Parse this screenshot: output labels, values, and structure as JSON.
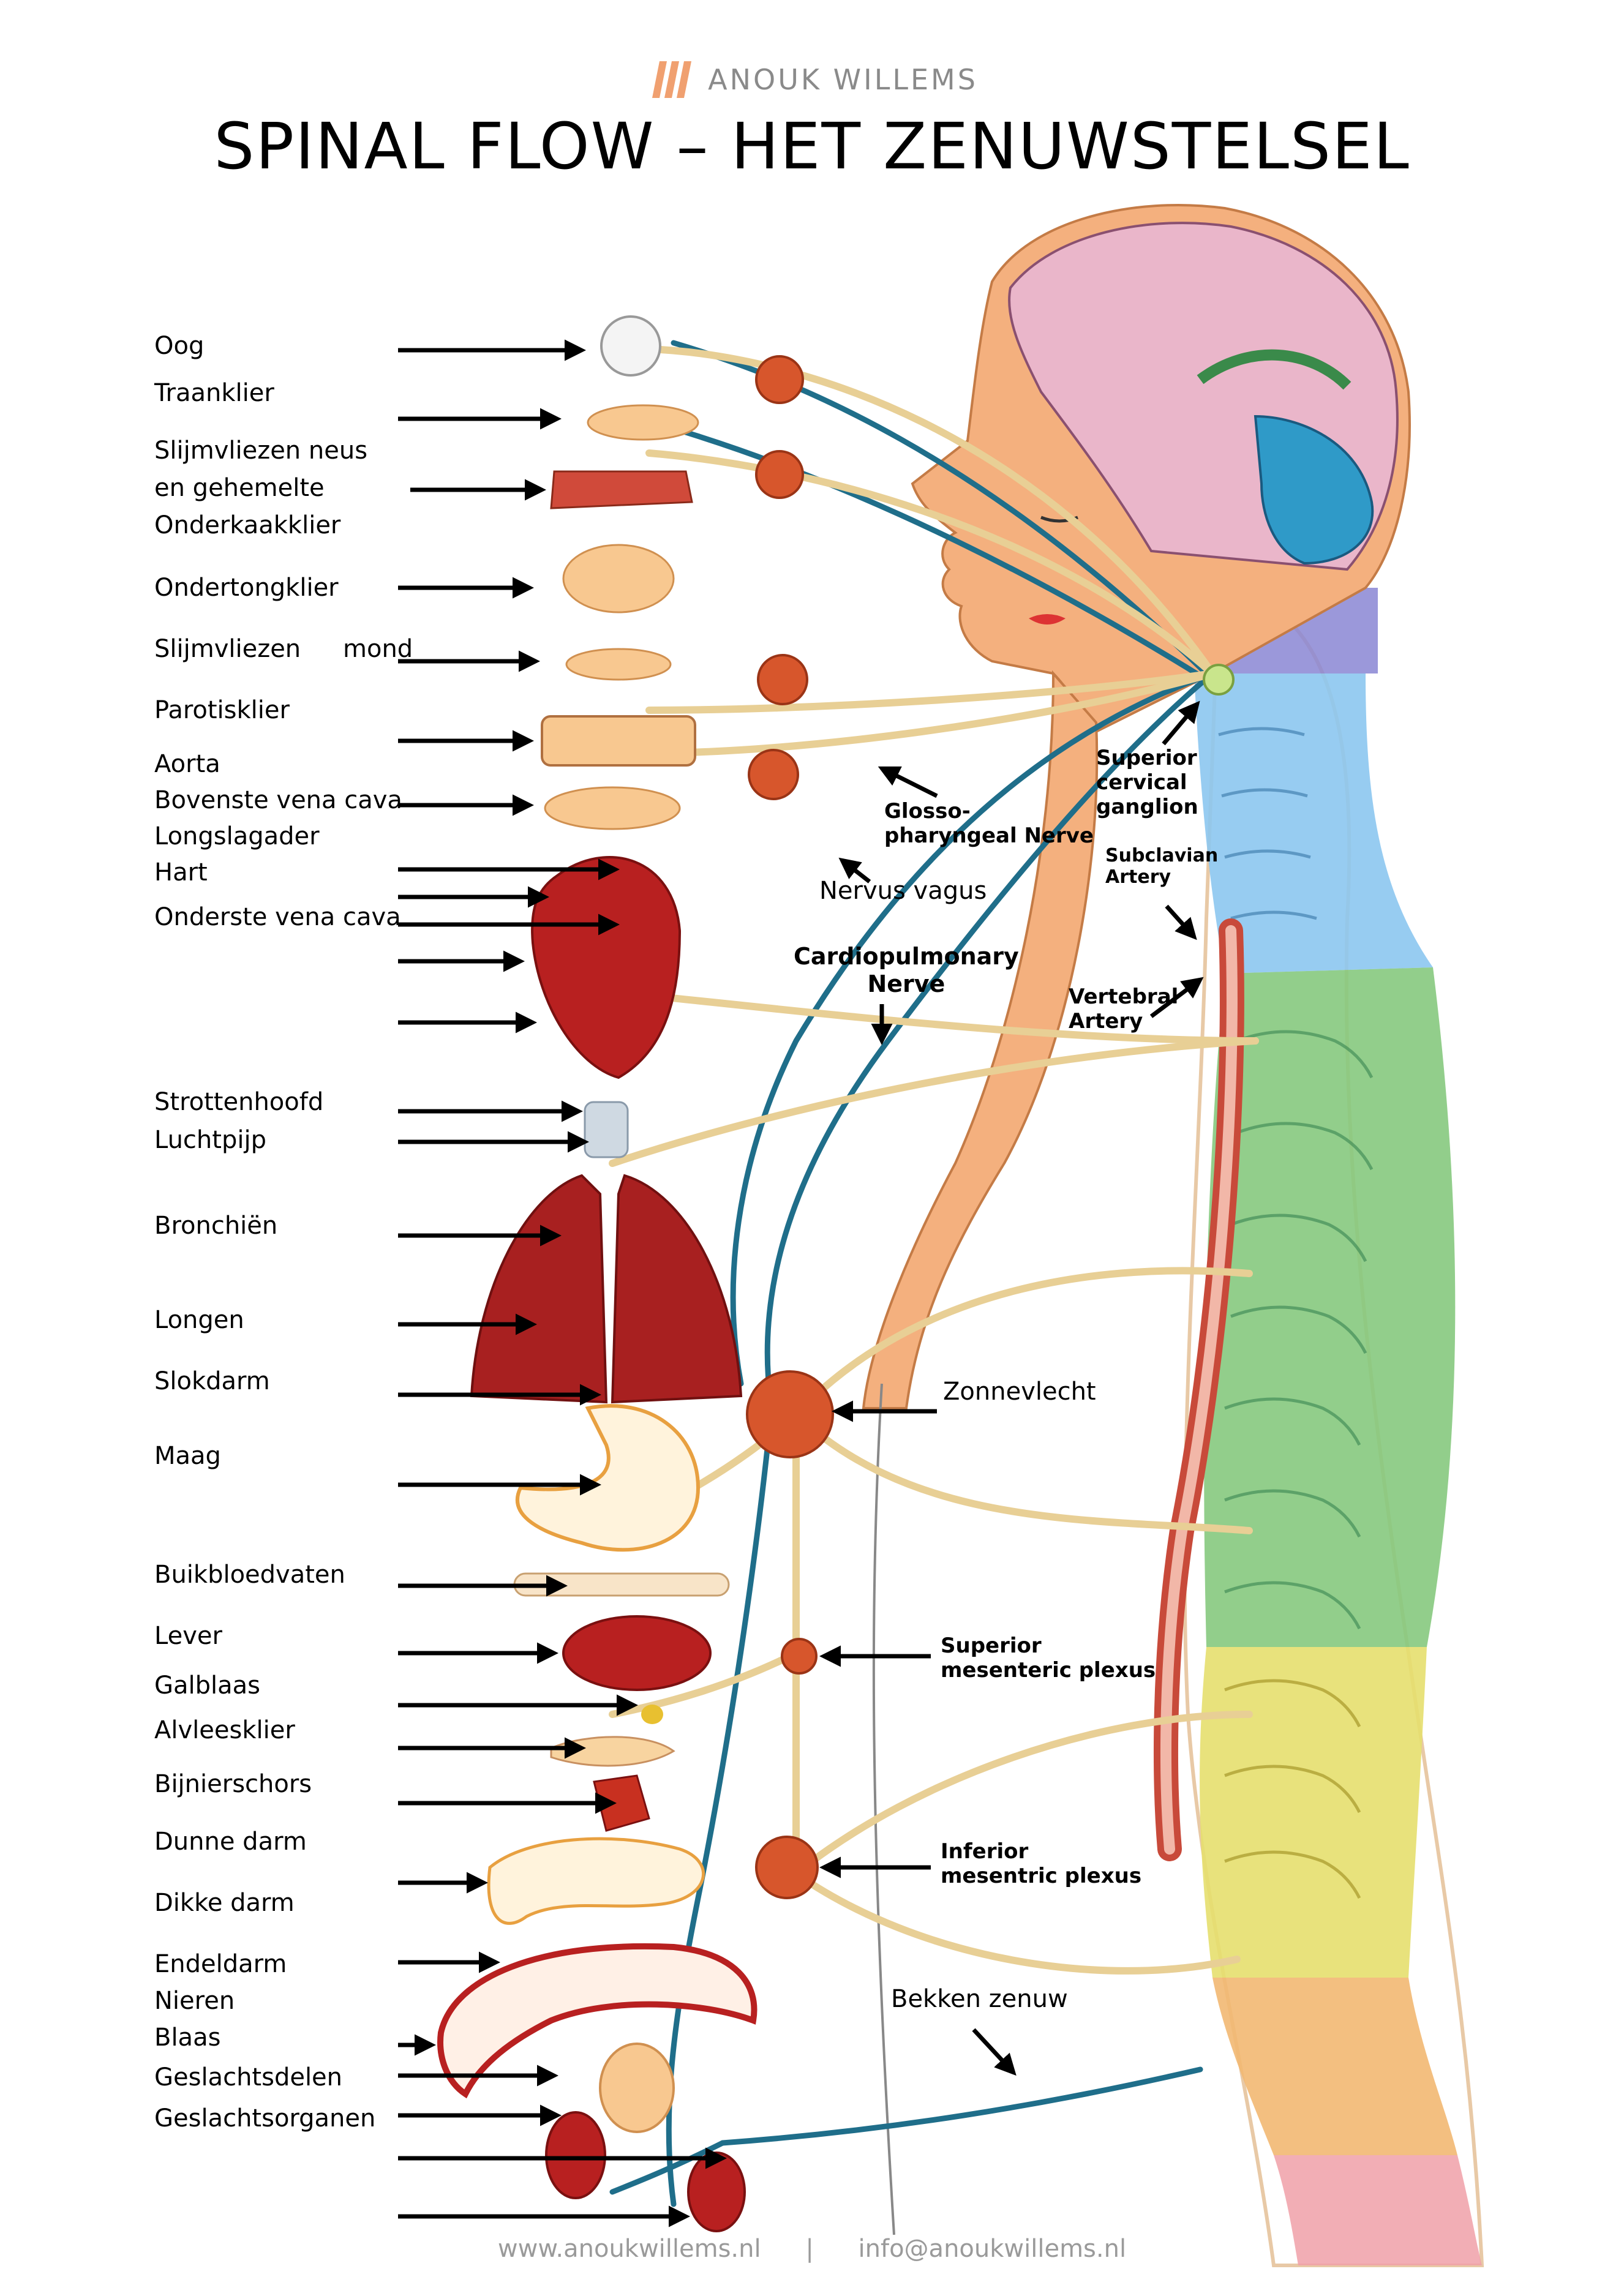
{
  "header": {
    "brand_name": "ANOUK WILLEMS",
    "title": "SPINAL FLOW – HET ZENUWSTELSEL"
  },
  "organ_labels": [
    "Oog",
    "Traanklier",
    "Slijmvliezen neus",
    "en gehemelte",
    "Onderkaakklier",
    "Ondertongklier",
    "Slijmvliezen",
    "mond",
    "Parotisklier",
    "Aorta",
    "Bovenste vena cava",
    "Longslagader",
    "Hart",
    "Onderste vena cava",
    "Strottenhoofd",
    "Luchtpijp",
    "Bronchiën",
    "Longen",
    "Slokdarm",
    "Maag",
    "Buikbloedvaten",
    "Lever",
    "Galblaas",
    "Alvleesklier",
    "Bijnierschors",
    "Dunne darm",
    "Dikke darm",
    "Endeldarm",
    "Nieren",
    "Blaas",
    "Geslachtsdelen",
    "Geslachtsorganen"
  ],
  "annotations": {
    "superior_cervical_ganglion": [
      "Superior",
      "cervical",
      "ganglion"
    ],
    "glossopharyngeal_nerve": [
      "Glosso-",
      "pharyngeal Nerve"
    ],
    "nervus_vagus": "Nervus vagus",
    "subclavian_artery": [
      "Subclavian",
      "Artery"
    ],
    "cardiopulmonary_nerve": [
      "Cardiopulmonary",
      "Nerve"
    ],
    "vertebral_artery": [
      "Vertebral",
      "Artery"
    ],
    "zonnevlecht": "Zonnevlecht",
    "superior_mesenteric_plexus": [
      "Superior",
      "mesenteric plexus"
    ],
    "inferior_mesentric_plexus": [
      "Inferior",
      "mesentric plexus"
    ],
    "bekken_zenuw": "Bekken zenuw"
  },
  "footer": {
    "website": "www.anoukwillems.nl",
    "separator": "|",
    "email": "info@anoukwillems.nl"
  },
  "colors": {
    "brand_accent": "#f0a070",
    "nerve_blue": "#1f6e8a",
    "nerve_tan": "#e8cf95",
    "ganglion": "#d7562c",
    "organ_red": "#b82020",
    "skin": "#f4b07e",
    "brain_pink": "#e8b4c8",
    "spine_purple": "#8080d0",
    "spine_blue": "#8cc6f0",
    "spine_green": "#7cc47a",
    "spine_yellow": "#e8e070",
    "spine_orange": "#f2b872",
    "spine_pink": "#f0a0a8"
  }
}
